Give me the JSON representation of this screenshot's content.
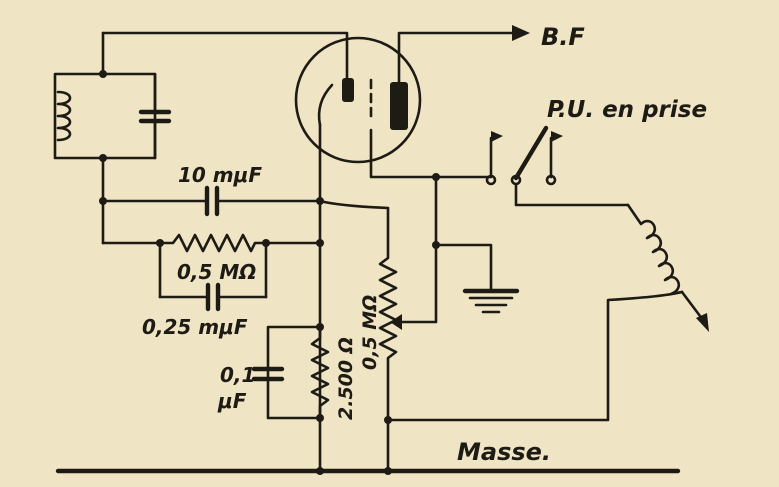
{
  "diagram": {
    "labels": {
      "bf": "B.F",
      "pu": "P.U. en prise",
      "c_10": "10 mμF",
      "r_05": "0,5 MΩ",
      "c_025": "0,25 mμF",
      "c_01_a": "0,1",
      "c_01_b": "μF",
      "r_2500": "2.500 Ω",
      "pot_05": "0,5 MΩ",
      "masse": "Masse."
    },
    "colors": {
      "background": "#efe4c4",
      "ink": "#1e1a14"
    }
  }
}
